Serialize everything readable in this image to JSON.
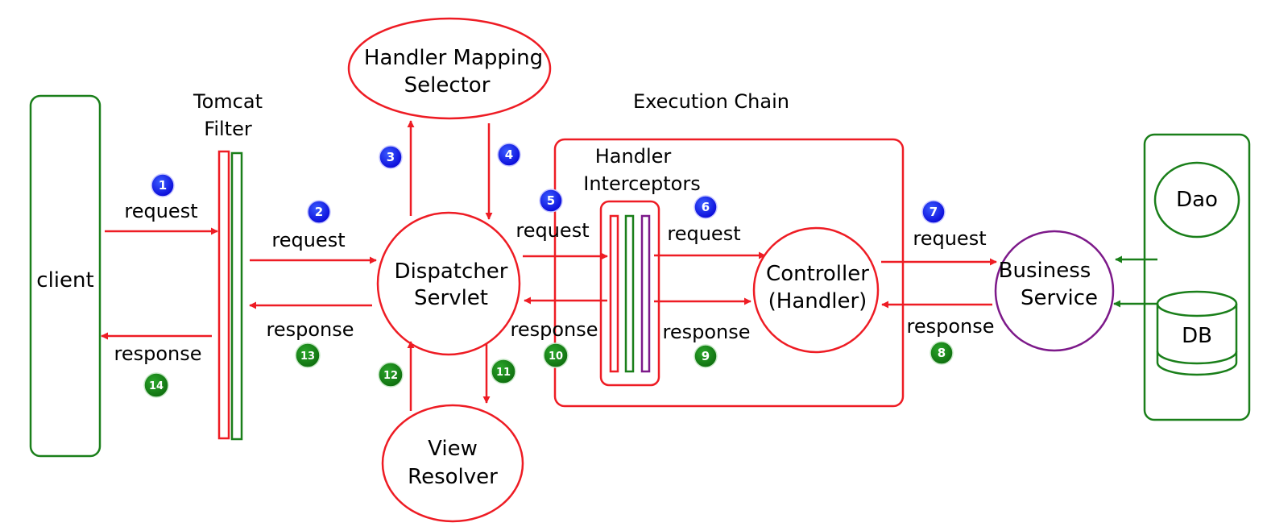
{
  "colors": {
    "red": "#ee1c24",
    "green": "#1a7f1a",
    "purple": "#7d1a8a",
    "blue_badge": "#1010e0",
    "green_badge": "#138013"
  },
  "nodes": {
    "client": "client",
    "tomcat_filter": [
      "Tomcat",
      "Filter"
    ],
    "handler_mapping": [
      "Handler Mapping",
      "Selector"
    ],
    "execution_chain": "Execution Chain",
    "dispatcher": [
      "Dispatcher",
      "Servlet"
    ],
    "handler_interceptors": [
      "Handler",
      "Interceptors"
    ],
    "controller": [
      "Controller",
      "(Handler)"
    ],
    "business_service": [
      "Business",
      "Service"
    ],
    "view_resolver": [
      "View",
      "Resolver"
    ],
    "dao": "Dao",
    "db": "DB"
  },
  "steps": [
    {
      "num": "1",
      "label": "request"
    },
    {
      "num": "2",
      "label": "request"
    },
    {
      "num": "3",
      "label": ""
    },
    {
      "num": "4",
      "label": ""
    },
    {
      "num": "5",
      "label": "request"
    },
    {
      "num": "6",
      "label": "request"
    },
    {
      "num": "7",
      "label": "request"
    },
    {
      "num": "8",
      "label": "response"
    },
    {
      "num": "9",
      "label": "response"
    },
    {
      "num": "10",
      "label": "response"
    },
    {
      "num": "11",
      "label": ""
    },
    {
      "num": "12",
      "label": ""
    },
    {
      "num": "13",
      "label": "response"
    },
    {
      "num": "14",
      "label": "response"
    }
  ]
}
